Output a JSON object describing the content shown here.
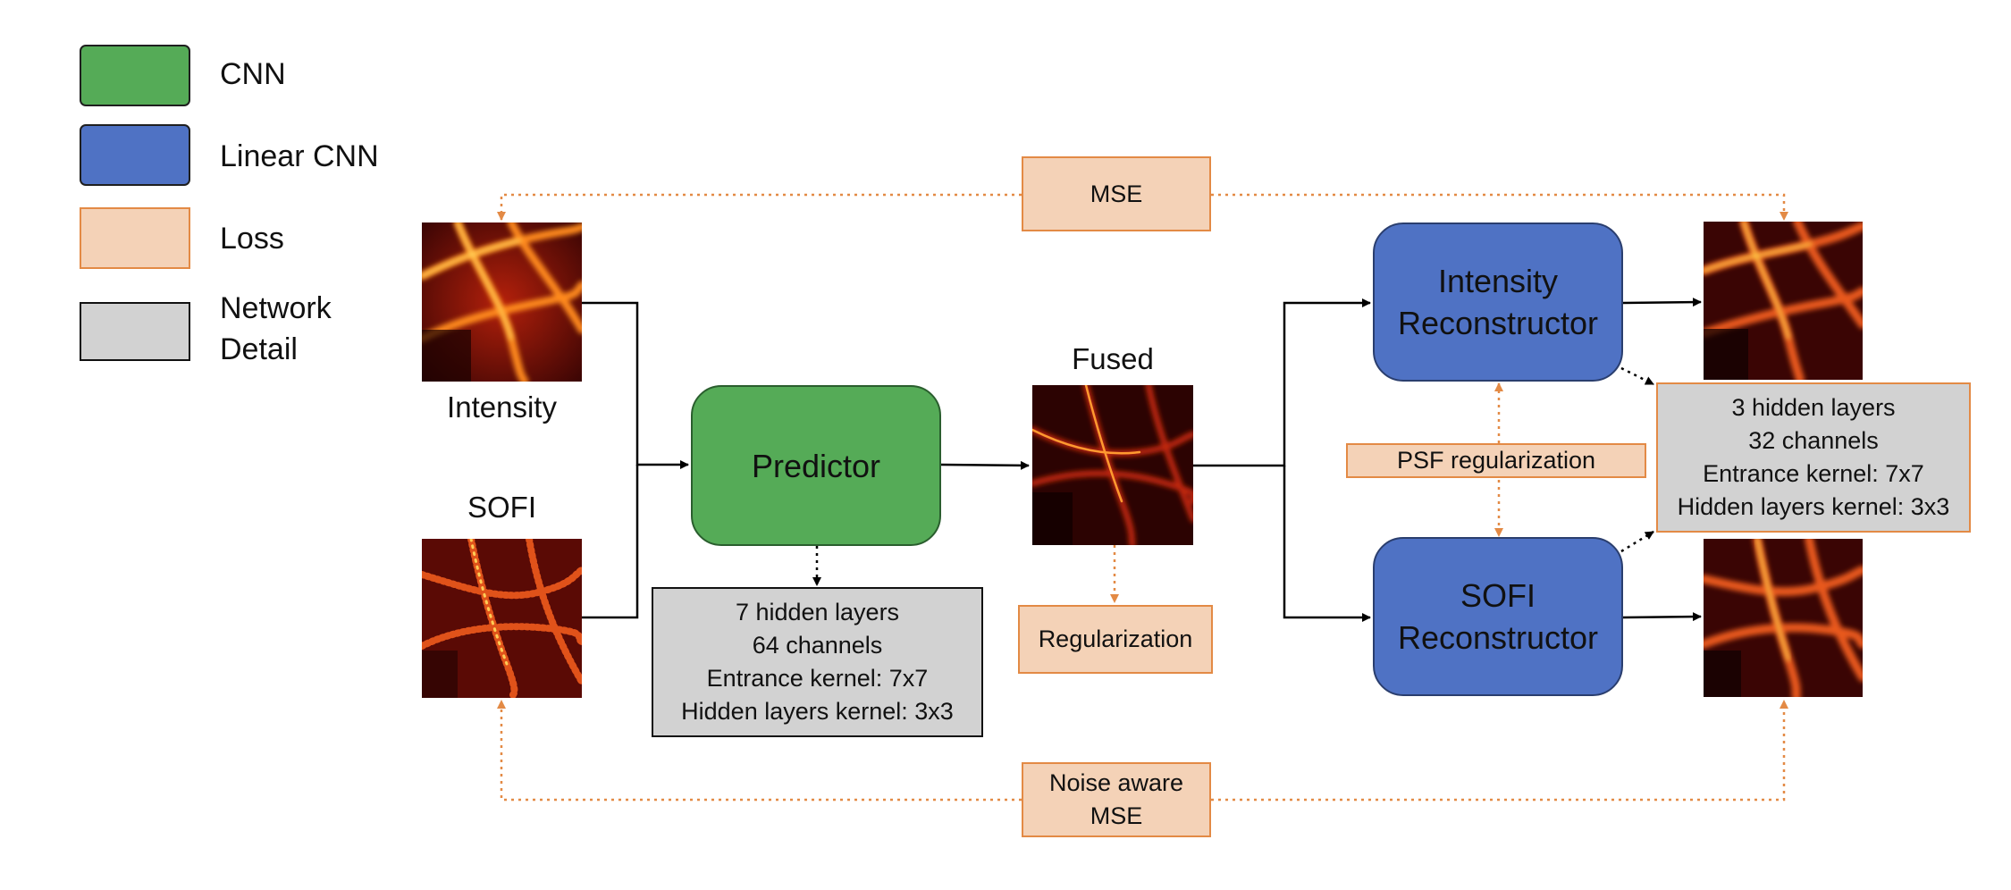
{
  "legend": [
    {
      "label_lines": [
        "CNN"
      ],
      "color": "#55ab57"
    },
    {
      "label_lines": [
        "Linear CNN"
      ],
      "color": "#4f72c4"
    },
    {
      "label_lines": [
        "Loss"
      ],
      "color": "#f4d2b7"
    },
    {
      "label_lines": [
        "Network",
        "Detail"
      ],
      "color": "#d2d2d2"
    }
  ],
  "images": {
    "intensity_caption": "Intensity",
    "sofi_caption": "SOFI",
    "fused_caption": "Fused"
  },
  "nodes": {
    "predictor": {
      "lines": [
        "Predictor"
      ]
    },
    "intensity_reconstructor": {
      "lines": [
        "Intensity",
        "Reconstructor"
      ]
    },
    "sofi_reconstructor": {
      "lines": [
        "SOFI",
        "Reconstructor"
      ]
    }
  },
  "losses": {
    "mse": {
      "lines": [
        "MSE"
      ]
    },
    "regularization": {
      "lines": [
        "Regularization"
      ]
    },
    "psf_regularization": {
      "lines": [
        "PSF regularization"
      ]
    },
    "noise_aware_mse": {
      "lines": [
        "Noise aware",
        "MSE"
      ]
    }
  },
  "details": {
    "predictor": [
      "7 hidden layers",
      "64 channels",
      "Entrance kernel: 7x7",
      "Hidden layers kernel: 3x3"
    ],
    "reconstructor": [
      "3 hidden layers",
      "32 channels",
      "Entrance kernel: 7x7",
      "Hidden layers kernel: 3x3"
    ]
  },
  "colors": {
    "arrow": "#000000",
    "loss_arrow": "#e38a45",
    "cnn": "#55ab57",
    "linear_cnn": "#4f72c4",
    "loss_fill": "#f4d2b7",
    "detail_fill": "#d2d2d2"
  }
}
